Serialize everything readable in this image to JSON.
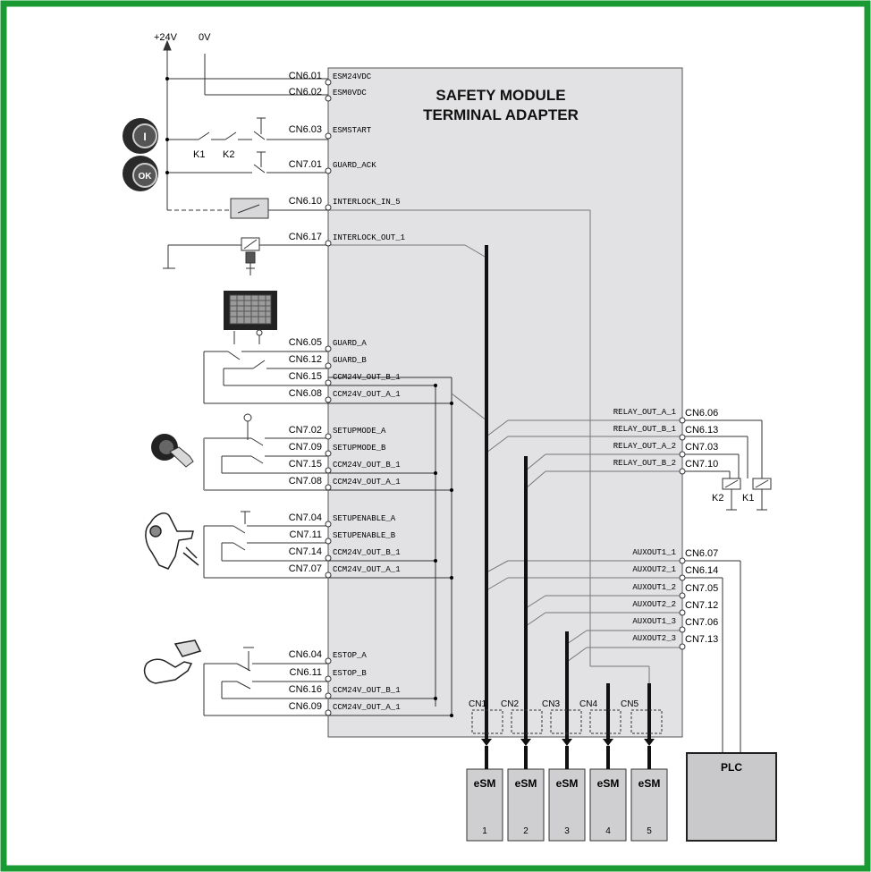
{
  "colors": {
    "border": "#1a9a33",
    "module_fill": "#e2e2e4",
    "box_fill": "#cfcfd1",
    "plc_fill": "#c9c9cb"
  },
  "supply": {
    "plus": "+24V",
    "zero": "0V"
  },
  "module": {
    "title_line1": "SAFETY MODULE",
    "title_line2": "TERMINAL ADAPTER"
  },
  "left_terminals": [
    {
      "id": "CN6.01",
      "signal": "ESM24VDC"
    },
    {
      "id": "CN6.02",
      "signal": "ESM0VDC"
    },
    {
      "id": "CN6.03",
      "signal": "ESMSTART"
    },
    {
      "id": "CN7.01",
      "signal": "GUARD_ACK"
    },
    {
      "id": "CN6.10",
      "signal": "INTERLOCK_IN_5"
    },
    {
      "id": "CN6.17",
      "signal": "INTERLOCK_OUT_1"
    },
    {
      "id": "CN6.05",
      "signal": "GUARD_A"
    },
    {
      "id": "CN6.12",
      "signal": "GUARD_B"
    },
    {
      "id": "CN6.15",
      "signal": "CCM24V_OUT_B_1"
    },
    {
      "id": "CN6.08",
      "signal": "CCM24V_OUT_A_1"
    },
    {
      "id": "CN7.02",
      "signal": "SETUPMODE_A"
    },
    {
      "id": "CN7.09",
      "signal": "SETUPMODE_B"
    },
    {
      "id": "CN7.15",
      "signal": "CCM24V_OUT_B_1"
    },
    {
      "id": "CN7.08",
      "signal": "CCM24V_OUT_A_1"
    },
    {
      "id": "CN7.04",
      "signal": "SETUPENABLE_A"
    },
    {
      "id": "CN7.11",
      "signal": "SETUPENABLE_B"
    },
    {
      "id": "CN7.14",
      "signal": "CCM24V_OUT_B_1"
    },
    {
      "id": "CN7.07",
      "signal": "CCM24V_OUT_A_1"
    },
    {
      "id": "CN6.04",
      "signal": "ESTOP_A"
    },
    {
      "id": "CN6.11",
      "signal": "ESTOP_B"
    },
    {
      "id": "CN6.16",
      "signal": "CCM24V_OUT_B_1"
    },
    {
      "id": "CN6.09",
      "signal": "CCM24V_OUT_A_1"
    }
  ],
  "right_terminals": [
    {
      "id": "CN6.06",
      "signal": "RELAY_OUT_A_1"
    },
    {
      "id": "CN6.13",
      "signal": "RELAY_OUT_B_1"
    },
    {
      "id": "CN7.03",
      "signal": "RELAY_OUT_A_2"
    },
    {
      "id": "CN7.10",
      "signal": "RELAY_OUT_B_2"
    },
    {
      "id": "CN6.07",
      "signal": "AUXOUT1_1"
    },
    {
      "id": "CN6.14",
      "signal": "AUXOUT2_1"
    },
    {
      "id": "CN7.05",
      "signal": "AUXOUT1_2"
    },
    {
      "id": "CN7.12",
      "signal": "AUXOUT2_2"
    },
    {
      "id": "CN7.06",
      "signal": "AUXOUT1_3"
    },
    {
      "id": "CN7.13",
      "signal": "AUXOUT2_3"
    }
  ],
  "contacts": {
    "k1": "K1",
    "k2": "K2"
  },
  "buttons": {
    "start": "I",
    "ack": "OK"
  },
  "relays": {
    "k2": "K2",
    "k1": "K1"
  },
  "connectors": [
    "CN1",
    "CN2",
    "CN3",
    "CN4",
    "CN5"
  ],
  "esm_modules": [
    {
      "label": "eSM",
      "num": "1"
    },
    {
      "label": "eSM",
      "num": "2"
    },
    {
      "label": "eSM",
      "num": "3"
    },
    {
      "label": "eSM",
      "num": "4"
    },
    {
      "label": "eSM",
      "num": "5"
    }
  ],
  "plc": {
    "label": "PLC"
  }
}
